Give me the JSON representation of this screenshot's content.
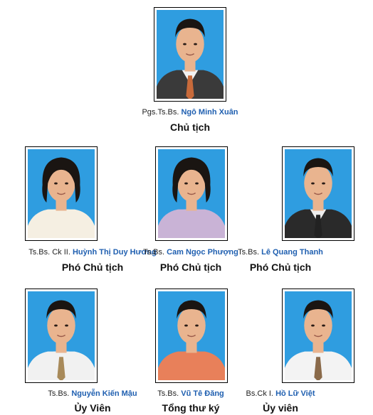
{
  "members": [
    {
      "prefix": "Pgs.Ts.Bs.",
      "name": "Ngô Minh Xuân",
      "role": "Chủ tịch",
      "suit": "#3a3a3a",
      "shirt": "#f2f2f2",
      "tie": "#c86a3a"
    },
    {
      "prefix": "Ts.Bs. Ck II.",
      "name": "Huỳnh Thị Duy Hương",
      "role": "Phó Chủ tịch",
      "suit": "#f5efe2",
      "shirt": "#f5efe2",
      "tie": ""
    },
    {
      "prefix": "Ts.Bs.",
      "name": "Cam Ngọc Phượng",
      "role": "Phó Chủ tịch",
      "suit": "#c9b3d6",
      "shirt": "#c9b3d6",
      "tie": ""
    },
    {
      "prefix": "Ts.Bs.",
      "name": "Lê Quang Thanh",
      "role": "Phó Chủ tịch",
      "suit": "#2a2a2a",
      "shirt": "#eeeeee",
      "tie": "#222222"
    },
    {
      "prefix": "Ts.Bs.",
      "name": "Nguyễn Kiến Mậu",
      "role": "Ủy Viên",
      "suit": "#f1f1f1",
      "shirt": "#f1f1f1",
      "tie": "#a88a5a"
    },
    {
      "prefix": "Ts.Bs.",
      "name": "Vũ Tê Đăng",
      "role": "Tổng thư ký",
      "suit": "#e8805a",
      "shirt": "#e8805a",
      "tie": ""
    },
    {
      "prefix": "Bs.Ck I.",
      "name": "Hồ Lữ Việt",
      "role": "Ủy viên",
      "suit": "#f3f3f3",
      "shirt": "#f3f3f3",
      "tie": "#8a6a4a"
    }
  ],
  "colors": {
    "photo_bg": "#2f9de0",
    "name": "#1f5fb0",
    "skin": "#e9b48f",
    "hair": "#1a1512"
  }
}
